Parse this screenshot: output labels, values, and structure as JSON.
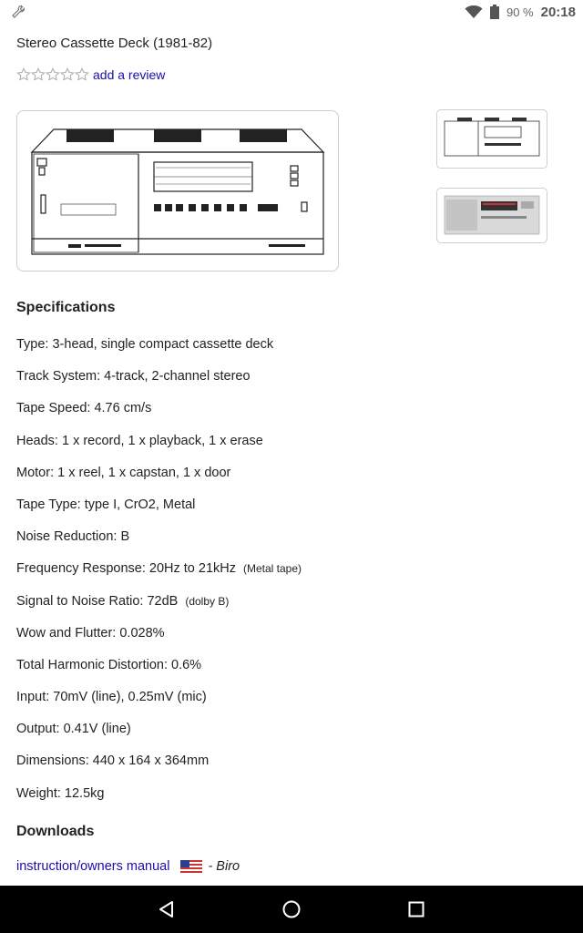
{
  "status": {
    "battery_pct": "90 %",
    "time": "20:18",
    "icons": [
      "wrench-icon",
      "wifi-icon",
      "battery-icon"
    ]
  },
  "product": {
    "title": "Stereo Cassette Deck (1981-82)",
    "rating_stars": 0,
    "review_link": "add a review"
  },
  "specs": {
    "heading": "Specifications",
    "items": [
      {
        "text": "Type: 3-head, single compact cassette deck",
        "note": ""
      },
      {
        "text": "Track System: 4-track, 2-channel stereo",
        "note": ""
      },
      {
        "text": "Tape Speed: 4.76 cm/s",
        "note": ""
      },
      {
        "text": "Heads: 1 x record, 1 x playback, 1 x erase",
        "note": ""
      },
      {
        "text": "Motor: 1 x reel, 1 x capstan, 1 x door",
        "note": ""
      },
      {
        "text": "Tape Type: type I, CrO2, Metal",
        "note": ""
      },
      {
        "text": "Noise Reduction: B",
        "note": ""
      },
      {
        "text": "Frequency Response: 20Hz to 21kHz",
        "note": "(Metal tape)"
      },
      {
        "text": "Signal to Noise Ratio: 72dB",
        "note": "(dolby B)"
      },
      {
        "text": "Wow and Flutter: 0.028%",
        "note": ""
      },
      {
        "text": "Total Harmonic Distortion: 0.6%",
        "note": ""
      },
      {
        "text": "Input: 70mV (line), 0.25mV (mic)",
        "note": ""
      },
      {
        "text": "Output: 0.41V (line)",
        "note": ""
      },
      {
        "text": "Dimensions: 440 x 164 x 364mm",
        "note": ""
      },
      {
        "text": "Weight: 12.5kg",
        "note": ""
      }
    ]
  },
  "downloads": {
    "heading": "Downloads",
    "items": [
      {
        "label": "instruction/owners manual",
        "author": "- Biro",
        "flag": "us-flag-icon"
      }
    ]
  },
  "colors": {
    "link": "#1a0dab",
    "nav_bar": "#000000"
  }
}
